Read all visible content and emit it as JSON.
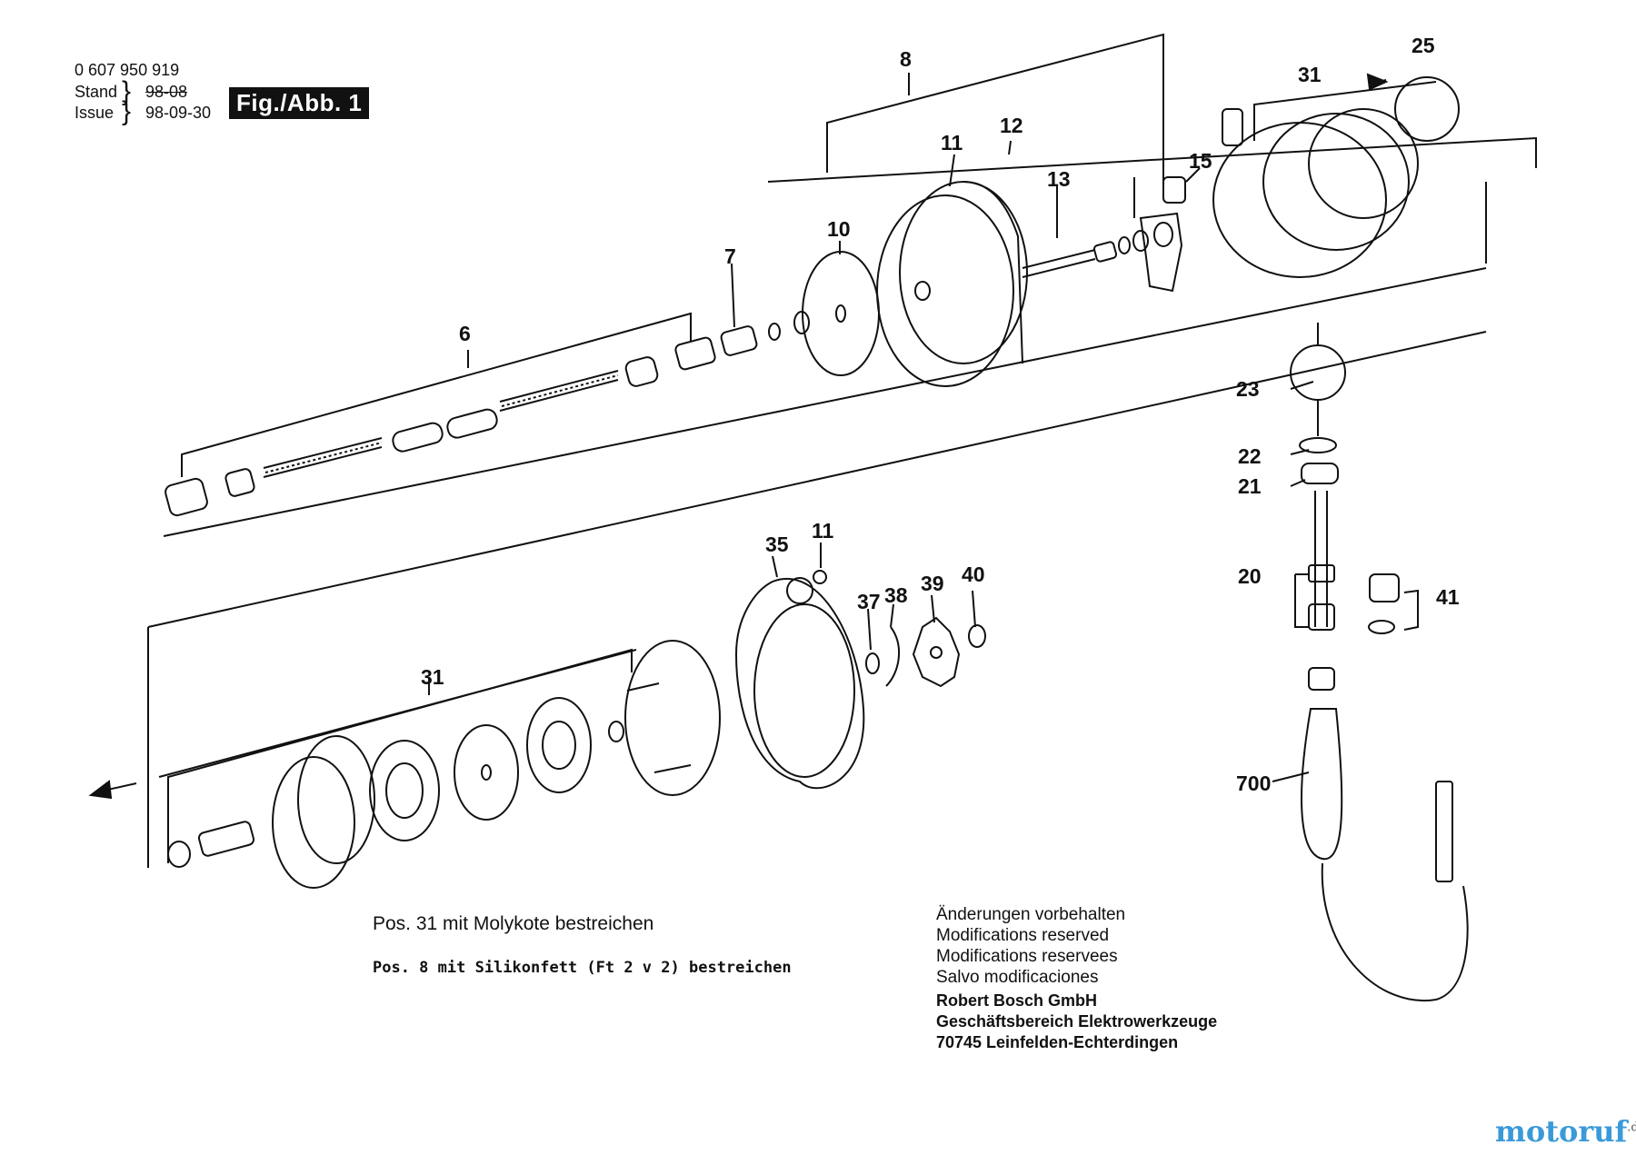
{
  "header": {
    "part_number": "0 607 950 919",
    "stand_label": "Stand",
    "stand_value": "98-08",
    "issue_label": "Issue",
    "issue_value": "98-09-30",
    "figure_tag": "Fig./Abb. 1"
  },
  "callouts": [
    "8",
    "25",
    "31",
    "11",
    "12",
    "15",
    "13",
    "10",
    "7",
    "6",
    "23",
    "22",
    "21",
    "20",
    "41",
    "35",
    "11",
    "37",
    "38",
    "39",
    "40",
    "31",
    "700"
  ],
  "notes": {
    "line1": "Pos. 31 mit Molykote bestreichen",
    "line2": "Pos. 8 mit Silikonfett (Ft 2 v 2) bestreichen"
  },
  "modifications": [
    "Änderungen vorbehalten",
    "Modifications reserved",
    "Modifications reservees",
    "Salvo modificaciones"
  ],
  "company": [
    "Robert Bosch GmbH",
    "Geschäftsbereich Elektrowerkzeuge",
    "70745 Leinfelden-Echterdingen"
  ],
  "watermark": {
    "name": "motoruf",
    "tld": ".de"
  }
}
